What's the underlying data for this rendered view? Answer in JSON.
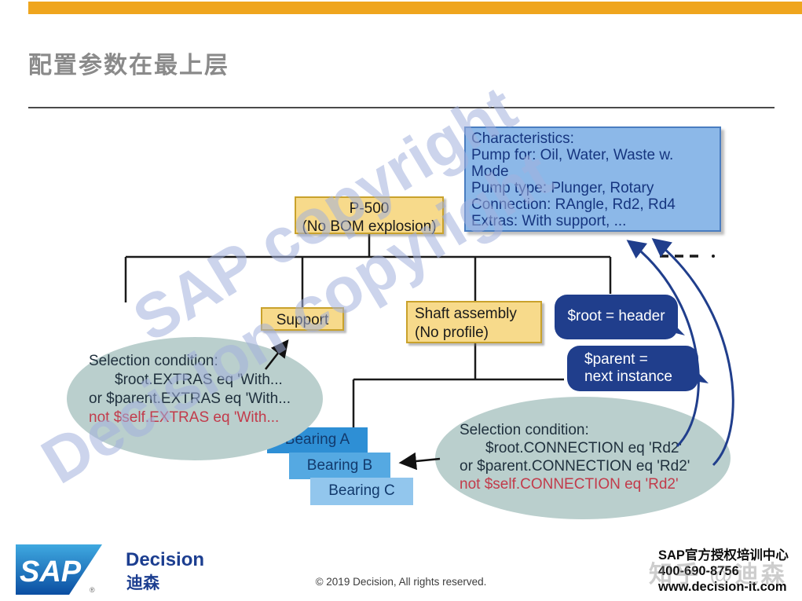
{
  "slide": {
    "title": "配置参数在最上层"
  },
  "colors": {
    "top_bar": "#EFA51E",
    "yellow_box": "#F7DA8B",
    "blue_info_box": "#8CB8E8",
    "navy_bubble": "#203E8C",
    "bearing_a": "#2E8FD5",
    "bearing_b": "#55A9E2",
    "bearing_c": "#92C6ED",
    "ellipse_fill": "#BACFCD",
    "red_text": "#C23B4B",
    "sap_logo_blue": "#0B4EA2",
    "decision_navy": "#1C3E90"
  },
  "diagram": {
    "characteristics": {
      "lines": [
        "Characteristics:",
        "Pump for: Oil, Water, Waste w.",
        "Mode",
        "Pump type: Plunger, Rotary",
        "Connection: RAngle, Rd2, Rd4",
        "Extras: With support, ..."
      ]
    },
    "p500": {
      "title": "P-500",
      "subtitle": "(No BOM explosion)"
    },
    "support": {
      "label": "Support"
    },
    "shaft": {
      "line1": "Shaft assembly",
      "line2": "(No profile)"
    },
    "root_bubble": {
      "label": "$root = header"
    },
    "parent_bubble": {
      "line1": "$parent =",
      "line2": "next instance"
    },
    "bearings": [
      {
        "label": "Bearing A"
      },
      {
        "label": "Bearing B"
      },
      {
        "label": "Bearing C"
      }
    ],
    "left_condition": {
      "lines": [
        "Selection condition:",
        "$root.EXTRAS eq 'With...",
        "or $parent.EXTRAS eq 'With...",
        "not $self.EXTRAS eq 'With..."
      ]
    },
    "right_condition": {
      "lines": [
        "Selection condition:",
        "$root.CONNECTION eq 'Rd2'",
        "or $parent.CONNECTION eq 'Rd2'",
        "not $self.CONNECTION eq 'Rd2'"
      ]
    },
    "watermark": {
      "line1": "SAP copyright",
      "line2": "Decision copyright"
    }
  },
  "footer": {
    "sap_logo": "SAP",
    "registered": "®",
    "decision_en": "Decision",
    "decision_cn": "迪森",
    "copyright": "© 2019 Decision, All rights reserved.",
    "center_name": "SAP官方授权培训中心",
    "phone": "400-690-8756",
    "website": "www.decision-it.com",
    "photo_watermark": "知乎 @迪森"
  }
}
